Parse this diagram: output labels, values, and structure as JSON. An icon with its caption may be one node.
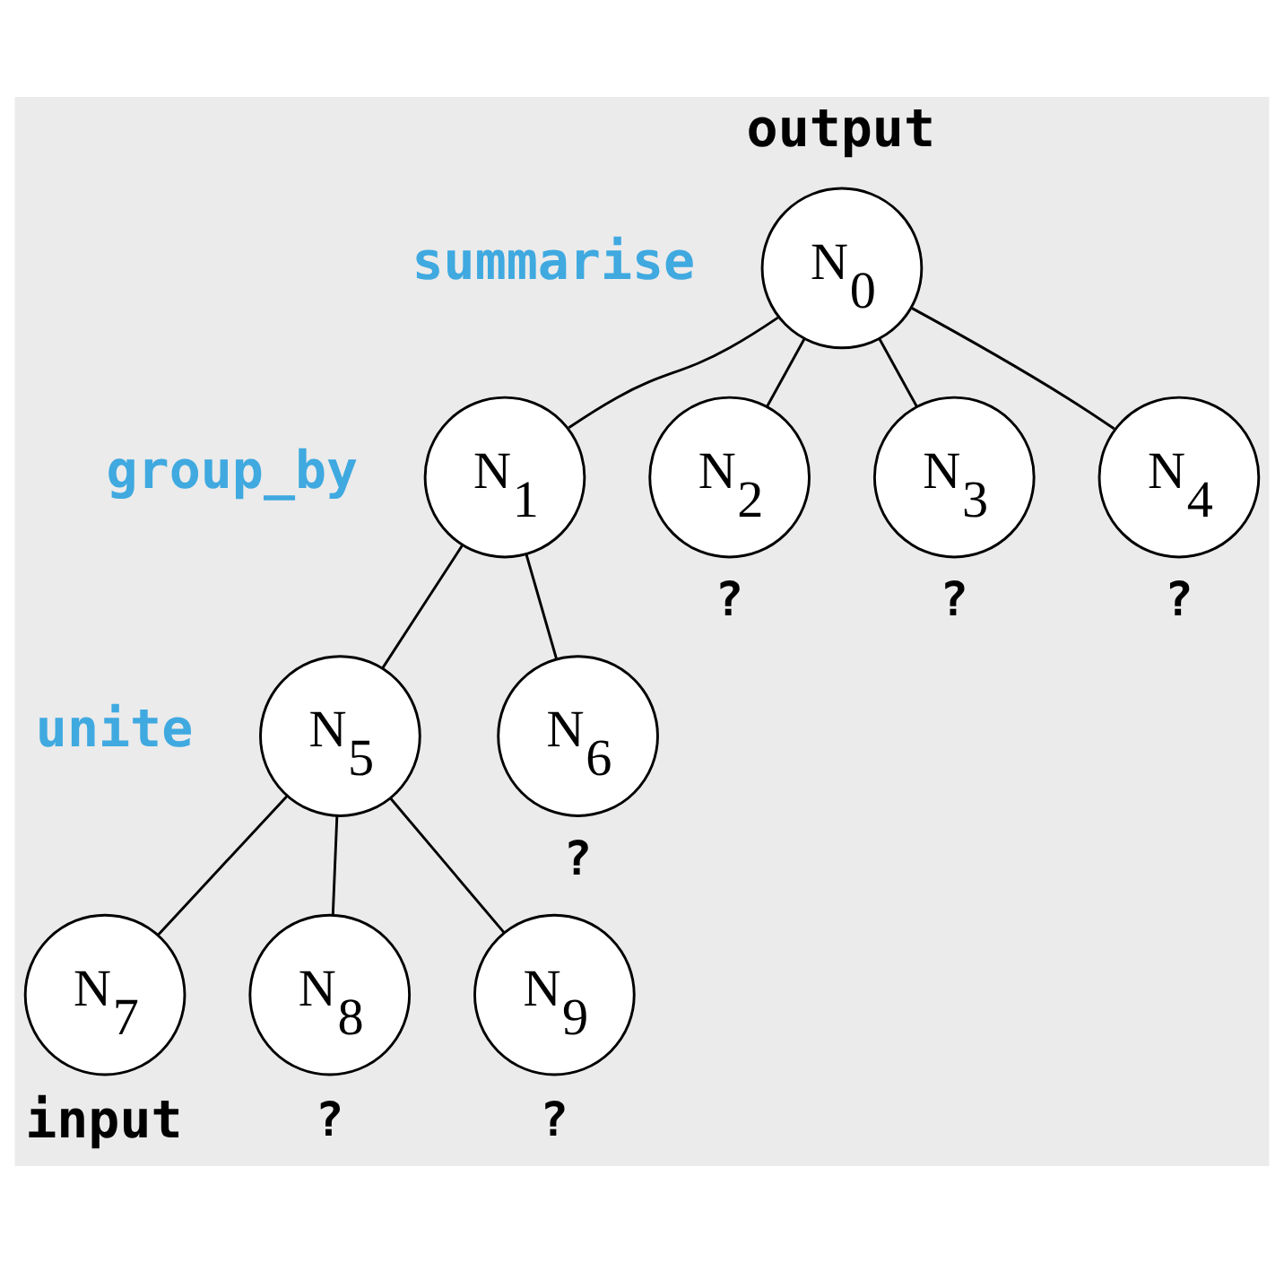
{
  "diagram": {
    "nodes": [
      {
        "text": [
          "N$_{0}$"
        ],
        "beside": [
          "summarise"
        ]
      },
      {
        "text": [
          "N$_{1}$"
        ],
        "beside": [
          "group_by"
        ]
      },
      {
        "text": [
          "N$_{2}$"
        ],
        "beside": [
          "?"
        ]
      },
      {
        "text": [
          "N$_{3}$"
        ],
        "beside": [
          "?"
        ]
      },
      {
        "text": [
          "N$_{4}$"
        ],
        "beside": [
          "?"
        ]
      },
      {
        "text": [
          "N$_{5}$"
        ],
        "beside": [
          "unite"
        ]
      },
      {
        "text": [
          "N$_{6}$"
        ],
        "beside": [
          "?"
        ]
      },
      {
        "text": [
          "N$_{7}$"
        ]
      },
      {
        "text": [
          "N$_{8}$"
        ],
        "beside": [
          "?"
        ]
      },
      {
        "text": [
          "N$_{9}$"
        ],
        "beside": [
          "?"
        ]
      }
    ],
    "edges": [
      {
        "from": 0,
        "to": 1,
        "arrow": "none"
      },
      {
        "from": 0,
        "to": 2,
        "arrow": "none"
      },
      {
        "from": 0,
        "to": 3,
        "arrow": "none"
      },
      {
        "from": 0,
        "to": 4,
        "arrow": "none"
      },
      {
        "from": 1,
        "to": 5,
        "arrow": "none"
      },
      {
        "from": 1,
        "to": 6,
        "arrow": "none"
      },
      {
        "from": 5,
        "to": 7,
        "arrow": "none"
      },
      {
        "from": 5,
        "to": 8,
        "arrow": "none"
      },
      {
        "from": 5,
        "to": 9,
        "arrow": "none"
      }
    ],
    "labels": [
      "output",
      "input"
    ]
  }
}
